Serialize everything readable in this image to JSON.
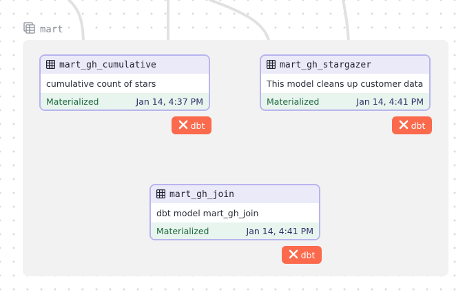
{
  "group": {
    "label": "mart"
  },
  "nodes": [
    {
      "title": "mart_gh_cumulative",
      "description": "cumulative count of stars",
      "status": "Materialized",
      "timestamp": "Jan 14, 4:37 PM",
      "badge": "dbt"
    },
    {
      "title": "mart_gh_stargazer",
      "description": "This model cleans up customer data",
      "status": "Materialized",
      "timestamp": "Jan 14, 4:41 PM",
      "badge": "dbt"
    },
    {
      "title": "mart_gh_join",
      "description": "dbt model mart_gh_join",
      "status": "Materialized",
      "timestamp": "Jan 14, 4:41 PM",
      "badge": "dbt"
    }
  ],
  "colors": {
    "node_border": "#b8b4ee",
    "node_header": "#ebeaf9",
    "footer_bg": "#e8f4ee",
    "status_text": "#1b6b3d",
    "timestamp_text": "#2c3169",
    "badge_bg": "#fb6a4c",
    "edge": "#e1e1e4"
  },
  "icons": {
    "group": "model-group-icon",
    "node": "table-icon",
    "badge": "dbt-logo-icon"
  }
}
